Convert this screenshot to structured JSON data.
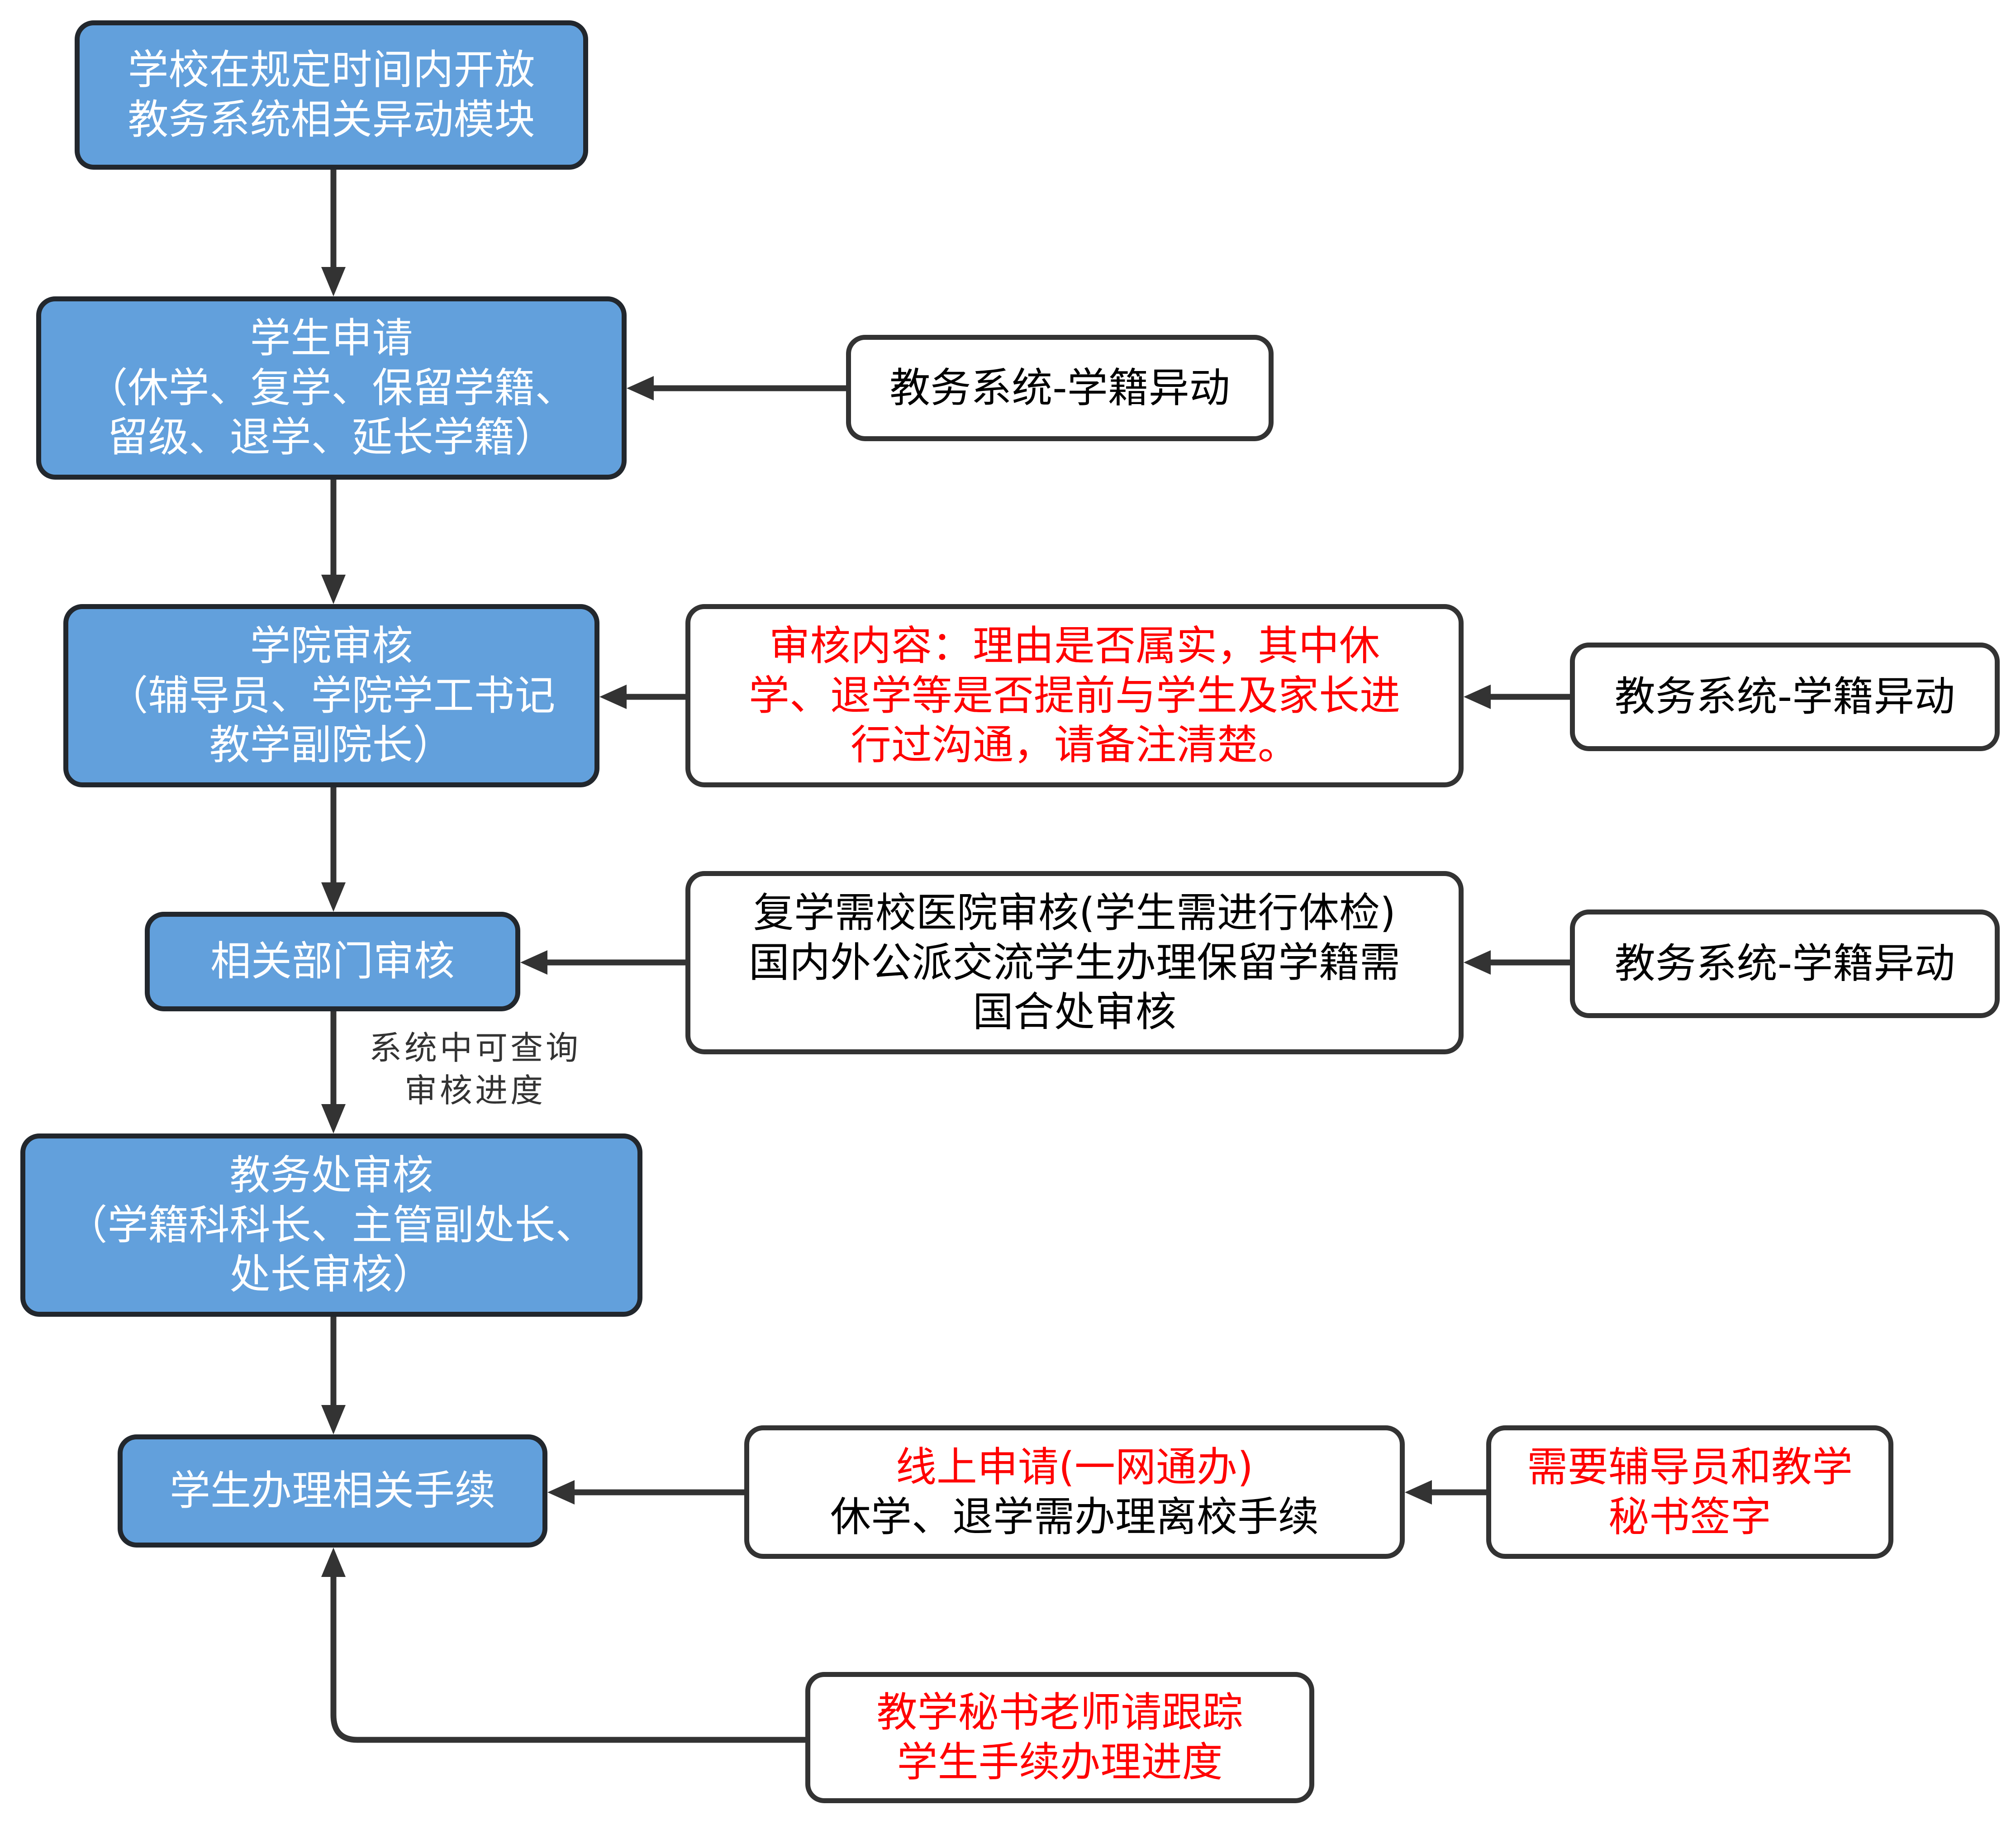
{
  "diagram": {
    "colors": {
      "process_fill": "#62a0dc",
      "process_text": "#ffffff",
      "border": "#333333",
      "note_text_red": "#ff0000",
      "note_text_black": "#000000",
      "edge": "#333333"
    },
    "process_nodes": [
      {
        "id": "open-module",
        "lines": [
          "学校在规定时间内开放",
          "教务系统相关异动模块"
        ]
      },
      {
        "id": "student-apply",
        "lines": [
          "学生申请",
          "（休学、复学、保留学籍、",
          "留级、退学、延长学籍）"
        ]
      },
      {
        "id": "college-review",
        "lines": [
          "学院审核",
          "（辅导员、学院学工书记",
          "教学副院长）"
        ]
      },
      {
        "id": "dept-review",
        "lines": [
          "相关部门审核"
        ]
      },
      {
        "id": "academic-office-review",
        "lines": [
          "教务处审核",
          "（学籍科科长、主管副处长、",
          "处长审核）"
        ]
      },
      {
        "id": "student-procedures",
        "lines": [
          "学生办理相关手续"
        ]
      }
    ],
    "side_nodes": [
      {
        "id": "system-1",
        "lines": [
          "教务系统-学籍异动"
        ],
        "color": "black"
      },
      {
        "id": "review-content",
        "lines": [
          "审核内容：理由是否属实，其中休",
          "学、退学等是否提前与学生及家长进",
          "行过沟通，请备注清楚。"
        ],
        "color": "red"
      },
      {
        "id": "system-2",
        "lines": [
          "教务系统-学籍异动"
        ],
        "color": "black"
      },
      {
        "id": "dept-note",
        "lines": [
          "复学需校医院审核(学生需进行体检)",
          "国内外公派交流学生办理保留学籍需",
          "国合处审核"
        ],
        "color": "black"
      },
      {
        "id": "system-3",
        "lines": [
          "教务系统-学籍异动"
        ],
        "color": "black"
      },
      {
        "id": "online-apply",
        "lines": [
          "线上申请(一网通办)",
          "休学、退学需办理离校手续"
        ],
        "line_colors": [
          "red",
          "black"
        ]
      },
      {
        "id": "signature",
        "lines": [
          "需要辅导员和教学",
          "秘书签字"
        ],
        "color": "red"
      },
      {
        "id": "track-progress",
        "lines": [
          "教学秘书老师请跟踪",
          "学生手续办理进度"
        ],
        "color": "red"
      }
    ],
    "edge_labels": [
      {
        "id": "progress-query",
        "lines": [
          "系统中可查询",
          "审核进度"
        ]
      }
    ],
    "edges": [
      {
        "from": "open-module",
        "to": "student-apply"
      },
      {
        "from": "student-apply",
        "to": "college-review"
      },
      {
        "from": "college-review",
        "to": "dept-review"
      },
      {
        "from": "dept-review",
        "to": "academic-office-review",
        "label": "progress-query"
      },
      {
        "from": "academic-office-review",
        "to": "student-procedures"
      },
      {
        "from": "system-1",
        "to": "student-apply"
      },
      {
        "from": "review-content",
        "to": "college-review"
      },
      {
        "from": "system-2",
        "to": "review-content"
      },
      {
        "from": "dept-note",
        "to": "dept-review"
      },
      {
        "from": "system-3",
        "to": "dept-note"
      },
      {
        "from": "online-apply",
        "to": "student-procedures"
      },
      {
        "from": "signature",
        "to": "online-apply"
      },
      {
        "from": "track-progress",
        "to": "student-procedures"
      }
    ]
  }
}
